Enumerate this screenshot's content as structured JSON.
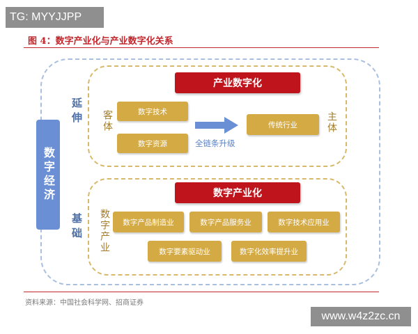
{
  "watermark_top": "TG: MYYJJPP",
  "figure_title": "图 4：数字产业化与产业数字化关系",
  "left_bar": "数字经济",
  "extend_label": "延伸",
  "base_label": "基础",
  "top_section": {
    "header": "产业数字化",
    "object_label": "客体",
    "subject_label": "主体",
    "boxes": [
      "数字技术",
      "数字资源"
    ],
    "arrow_label": "全链条升级",
    "target_box": "传统行业"
  },
  "bottom_section": {
    "header": "数字产业化",
    "side_label": "数字产业",
    "row1": [
      "数字产品制造业",
      "数字产品服务业",
      "数字技术应用业"
    ],
    "row2": [
      "数字要素驱动业",
      "数字化效率提升业"
    ]
  },
  "source": "资料来源：中国社会科学网、招商证券",
  "watermark_bottom": "www.w4z2zc.cn",
  "colors": {
    "red": "#c0141c",
    "gold": "#d4aa44",
    "blue": "#6a8fd4"
  }
}
